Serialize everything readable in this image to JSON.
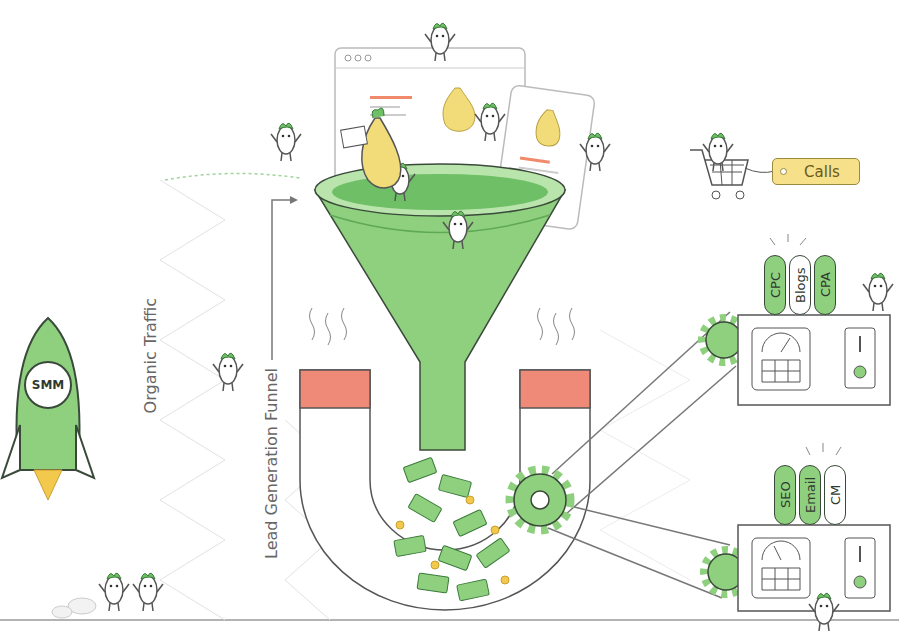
{
  "diagram": {
    "nodes": [
      {
        "text": [
          "Calls"
        ]
      },
      {
        "text": [
          "CPC"
        ]
      },
      {
        "text": [
          "Blogs"
        ]
      },
      {
        "text": [
          "CPA"
        ]
      },
      {
        "text": [
          "SMM"
        ]
      },
      {
        "text": [
          "SEO"
        ]
      },
      {
        "text": [
          "Email"
        ]
      },
      {
        "text": [
          "CM"
        ]
      }
    ],
    "labels": [
      "Organic Traffic",
      "Lead Generation Funnel"
    ]
  }
}
